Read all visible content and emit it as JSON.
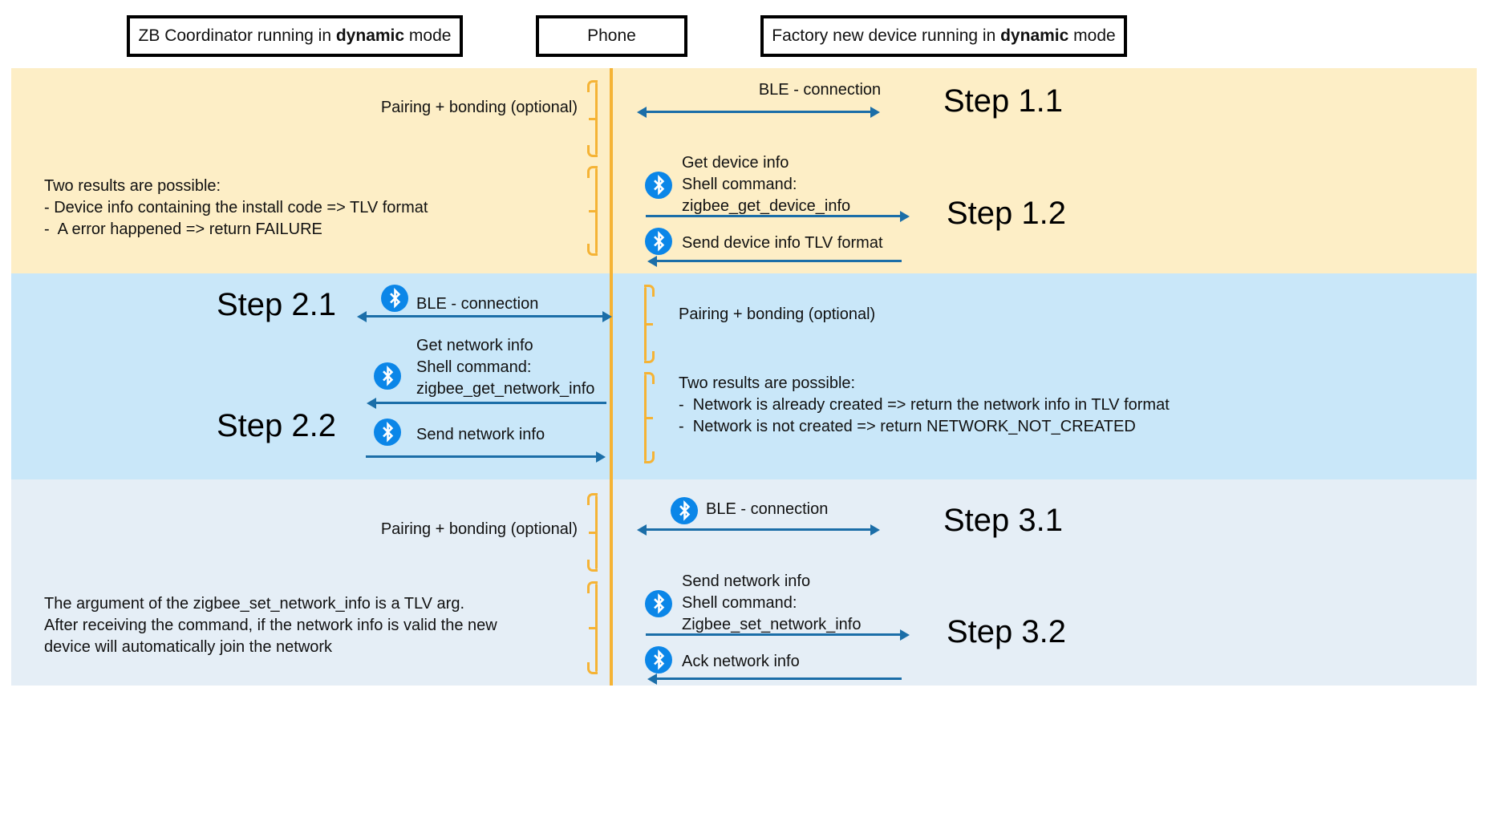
{
  "diagram": {
    "title_headers": [
      {
        "id": "zb-coordinator",
        "text_before": "ZB Coordinator running in ",
        "bold": "dynamic",
        "text_after": " mode"
      },
      {
        "id": "phone",
        "text_before": "Phone",
        "bold": "",
        "text_after": ""
      },
      {
        "id": "factory-device",
        "text_before": "Factory new device running in ",
        "bold": "dynamic",
        "text_after": " mode"
      }
    ],
    "colors": {
      "band_1": "#fdeec6",
      "band_2": "#c9e7f9",
      "band_3": "#e5eef6",
      "lifeline": "#f5b335",
      "brace": "#f5b335",
      "arrow": "#1b6ea8",
      "bluetooth_badge": "#0b86e8"
    },
    "bands": [
      {
        "id": "band-1",
        "steps": [
          {
            "id": "step-1-1",
            "label": "Step 1.1",
            "left_note": "Pairing + bonding (optional)",
            "message": "BLE - connection",
            "direction": "bidirectional",
            "has_bluetooth_icon": false
          },
          {
            "id": "step-1-2",
            "label": "Step 1.2",
            "left_note_lines": [
              "Two results are possible:",
              "- Device info containing the install code => TLV format",
              "-  A error happened => return FAILURE"
            ],
            "messages": [
              {
                "lines": [
                  "Get device info",
                  "Shell command:",
                  "zigbee_get_device_info"
                ],
                "direction": "right",
                "has_bluetooth_icon": true
              },
              {
                "lines": [
                  "Send device info TLV format"
                ],
                "direction": "left",
                "has_bluetooth_icon": true
              }
            ]
          }
        ]
      },
      {
        "id": "band-2",
        "steps": [
          {
            "id": "step-2-1",
            "label": "Step 2.1",
            "right_note": "Pairing + bonding (optional)",
            "message": "BLE - connection",
            "direction": "bidirectional",
            "has_bluetooth_icon": true
          },
          {
            "id": "step-2-2",
            "label": "Step 2.2",
            "right_note_lines": [
              "Two results are possible:",
              "-  Network is already created => return the network info in TLV format",
              "-  Network is not created => return NETWORK_NOT_CREATED"
            ],
            "messages": [
              {
                "lines": [
                  "Get network info",
                  "Shell command:",
                  "zigbee_get_network_info"
                ],
                "direction": "left",
                "has_bluetooth_icon": true
              },
              {
                "lines": [
                  "Send network info"
                ],
                "direction": "right",
                "has_bluetooth_icon": true
              }
            ]
          }
        ]
      },
      {
        "id": "band-3",
        "steps": [
          {
            "id": "step-3-1",
            "label": "Step 3.1",
            "left_note": "Pairing + bonding (optional)",
            "message": "BLE - connection",
            "direction": "bidirectional",
            "has_bluetooth_icon": true
          },
          {
            "id": "step-3-2",
            "label": "Step 3.2",
            "left_note_lines": [
              "The argument of the zigbee_set_network_info is a TLV arg.",
              "After receiving the command, if the network info is valid the new",
              "device will automatically join the network"
            ],
            "messages": [
              {
                "lines": [
                  "Send network info",
                  "Shell command:",
                  "Zigbee_set_network_info"
                ],
                "direction": "right",
                "has_bluetooth_icon": true
              },
              {
                "lines": [
                  "Ack network info"
                ],
                "direction": "left",
                "has_bluetooth_icon": true
              }
            ]
          }
        ]
      }
    ],
    "text": {
      "pairing_bonding": "Pairing + bonding (optional)",
      "ble_connection": "BLE - connection",
      "step_1_1": "Step 1.1",
      "step_1_2": "Step 1.2",
      "step_2_1": "Step 2.1",
      "step_2_2": "Step 2.2",
      "step_3_1": "Step 3.1",
      "step_3_2": "Step 3.2",
      "note_1_2": "Two results are possible:\n- Device info containing the install code => TLV format\n-  A error happened => return FAILURE",
      "note_2_2": "Two results are possible:\n-  Network is already created => return the network info in TLV format\n-  Network is not created => return NETWORK_NOT_CREATED",
      "note_3_2": "The argument of the zigbee_set_network_info is a TLV arg.\nAfter receiving the command, if the network info is valid the new\ndevice will automatically join the network",
      "msg_get_device_info": "Get device info\nShell command:\nzigbee_get_device_info",
      "msg_send_device_info": "Send device info TLV format",
      "msg_get_network_info": "Get network info\nShell command:\nzigbee_get_network_info",
      "msg_send_network_info": "Send network info",
      "msg_send_network_info_cmd": "Send network info\nShell command:\nZigbee_set_network_info",
      "msg_ack_network_info": "Ack network info"
    }
  }
}
